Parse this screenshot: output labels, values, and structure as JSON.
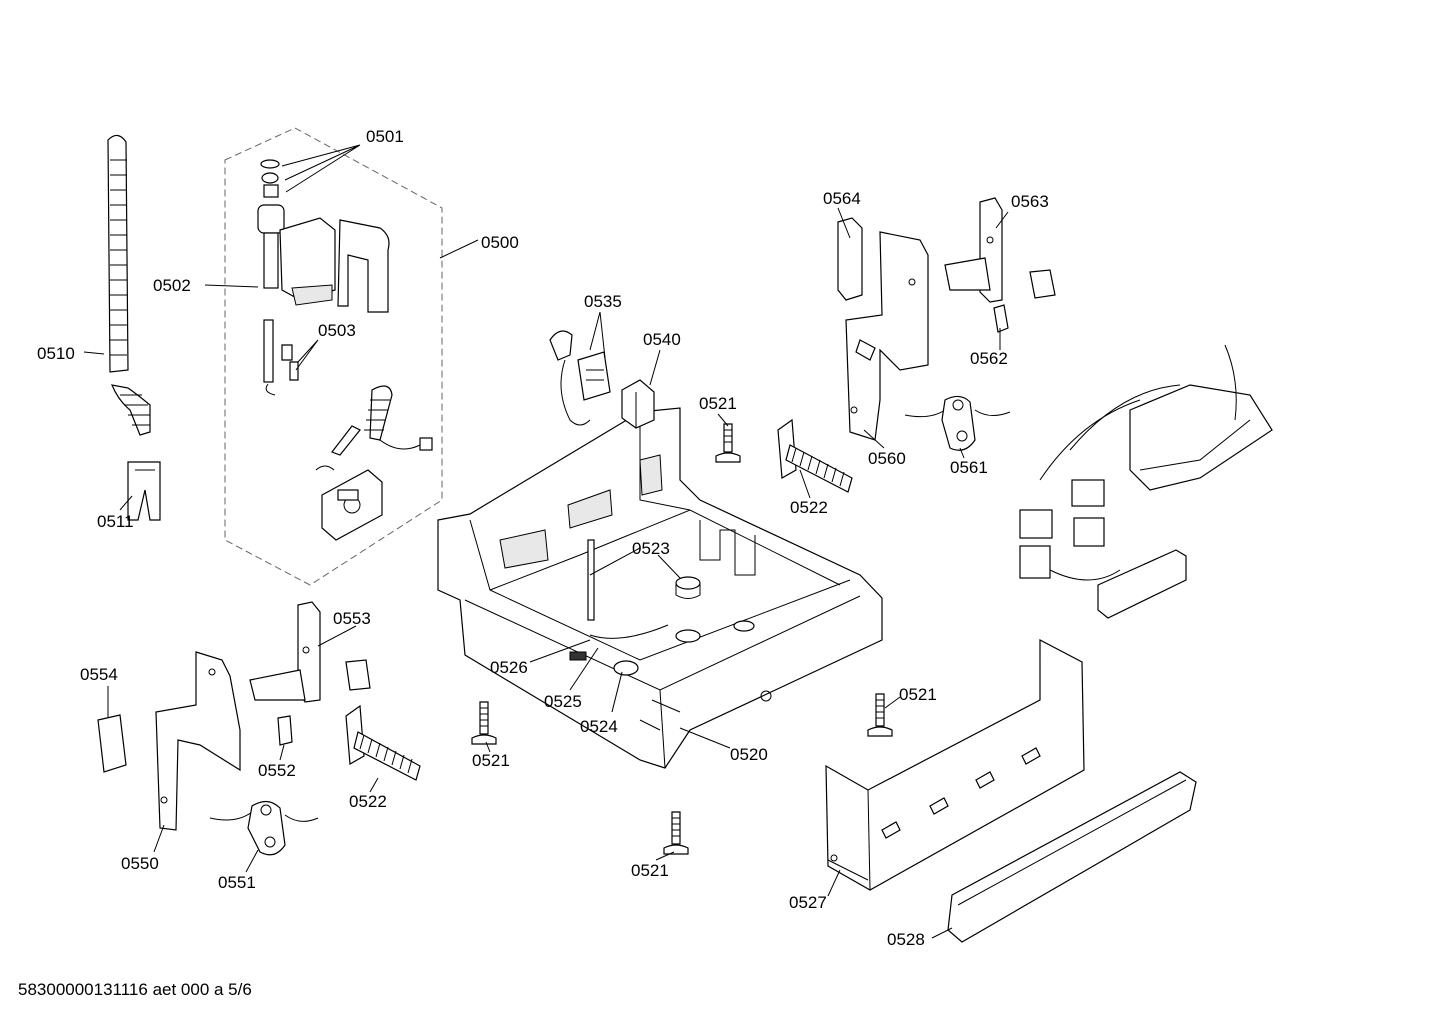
{
  "labels": {
    "p0500": "0500",
    "p0501": "0501",
    "p0502": "0502",
    "p0503": "0503",
    "p0510": "0510",
    "p0511": "0511",
    "p0520": "0520",
    "p0521a": "0521",
    "p0521b": "0521",
    "p0521c": "0521",
    "p0521d": "0521",
    "p0522a": "0522",
    "p0522b": "0522",
    "p0523": "0523",
    "p0524": "0524",
    "p0525": "0525",
    "p0526": "0526",
    "p0527": "0527",
    "p0528": "0528",
    "p0535": "0535",
    "p0540": "0540",
    "p0550": "0550",
    "p0551": "0551",
    "p0552": "0552",
    "p0553": "0553",
    "p0554": "0554",
    "p0560": "0560",
    "p0561": "0561",
    "p0562": "0562",
    "p0563": "0563",
    "p0564": "0564"
  },
  "footer": "58300000131116 aet 000 a 5/6"
}
